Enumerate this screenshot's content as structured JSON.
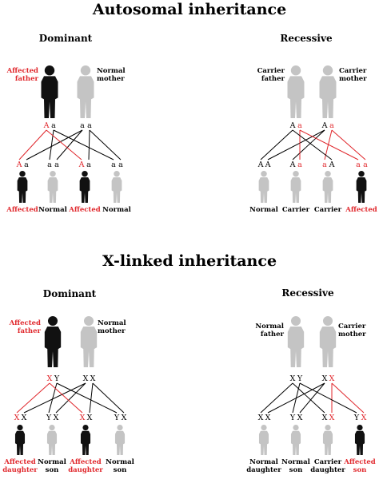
{
  "colors": {
    "affected": "#111111",
    "unaffected": "#c4c4c4",
    "highlight": "#e0262b",
    "line": "#000000"
  },
  "autosomal": {
    "title": "Autosomal inheritance",
    "dominant": {
      "heading": "Dominant",
      "father": {
        "label": [
          "Affected",
          "father"
        ],
        "affected": true,
        "red": true
      },
      "mother": {
        "label": [
          "Normal",
          "mother"
        ],
        "affected": false,
        "red": false
      },
      "father_alleles": [
        {
          "t": "A",
          "red": true
        },
        {
          "t": "a",
          "red": false
        }
      ],
      "mother_alleles": [
        {
          "t": "a",
          "red": false
        },
        {
          "t": "a",
          "red": false
        }
      ],
      "children": [
        {
          "genotype": [
            {
              "t": "A",
              "red": true
            },
            {
              "t": "a",
              "red": false
            }
          ],
          "label": [
            "Affected"
          ],
          "affected": true,
          "red": true
        },
        {
          "genotype": [
            {
              "t": "a",
              "red": false
            },
            {
              "t": "a",
              "red": false
            }
          ],
          "label": [
            "Normal"
          ],
          "affected": false,
          "red": false
        },
        {
          "genotype": [
            {
              "t": "A",
              "red": true
            },
            {
              "t": "a",
              "red": false
            }
          ],
          "label": [
            "Affected"
          ],
          "affected": true,
          "red": true
        },
        {
          "genotype": [
            {
              "t": "a",
              "red": false
            },
            {
              "t": "a",
              "red": false
            }
          ],
          "label": [
            "Normal"
          ],
          "affected": false,
          "red": false
        }
      ]
    },
    "recessive": {
      "heading": "Recessive",
      "father": {
        "label": [
          "Carrier",
          "father"
        ],
        "affected": false,
        "red": false
      },
      "mother": {
        "label": [
          "Carrier",
          "mother"
        ],
        "affected": false,
        "red": false
      },
      "father_alleles": [
        {
          "t": "A",
          "red": false
        },
        {
          "t": "a",
          "red": true
        }
      ],
      "mother_alleles": [
        {
          "t": "A",
          "red": false
        },
        {
          "t": "a",
          "red": true
        }
      ],
      "children": [
        {
          "genotype": [
            {
              "t": "A",
              "red": false
            },
            {
              "t": "A",
              "red": false
            }
          ],
          "label": [
            "Normal"
          ],
          "affected": false,
          "red": false
        },
        {
          "genotype": [
            {
              "t": "A",
              "red": false
            },
            {
              "t": "a",
              "red": true
            }
          ],
          "label": [
            "Carrier"
          ],
          "affected": false,
          "red": false
        },
        {
          "genotype": [
            {
              "t": "a",
              "red": true
            },
            {
              "t": "A",
              "red": false
            }
          ],
          "label": [
            "Carrier"
          ],
          "affected": false,
          "red": false
        },
        {
          "genotype": [
            {
              "t": "a",
              "red": true
            },
            {
              "t": "a",
              "red": true
            }
          ],
          "label": [
            "Affected"
          ],
          "affected": true,
          "red": true
        }
      ]
    }
  },
  "xlinked": {
    "title": "X-linked inheritance",
    "dominant": {
      "heading": "Dominant",
      "father": {
        "label": [
          "Affected",
          "father"
        ],
        "affected": true,
        "red": true
      },
      "mother": {
        "label": [
          "Normal",
          "mother"
        ],
        "affected": false,
        "red": false
      },
      "father_alleles": [
        {
          "t": "X",
          "red": true
        },
        {
          "t": "Y",
          "red": false
        }
      ],
      "mother_alleles": [
        {
          "t": "X",
          "red": false
        },
        {
          "t": "X",
          "red": false
        }
      ],
      "children": [
        {
          "genotype": [
            {
              "t": "X",
              "red": true
            },
            {
              "t": "X",
              "red": false
            }
          ],
          "label": [
            "Affected",
            "daughter"
          ],
          "affected": true,
          "red": true
        },
        {
          "genotype": [
            {
              "t": "Y",
              "red": false
            },
            {
              "t": "X",
              "red": false
            }
          ],
          "label": [
            "Normal",
            "son"
          ],
          "affected": false,
          "red": false
        },
        {
          "genotype": [
            {
              "t": "X",
              "red": true
            },
            {
              "t": "X",
              "red": false
            }
          ],
          "label": [
            "Affected",
            "daughter"
          ],
          "affected": true,
          "red": true
        },
        {
          "genotype": [
            {
              "t": "Y",
              "red": false
            },
            {
              "t": "X",
              "red": false
            }
          ],
          "label": [
            "Normal",
            "son"
          ],
          "affected": false,
          "red": false
        }
      ]
    },
    "recessive": {
      "heading": "Recessive",
      "father": {
        "label": [
          "Normal",
          "father"
        ],
        "affected": false,
        "red": false
      },
      "mother": {
        "label": [
          "Carrier",
          "mother"
        ],
        "affected": false,
        "red": false
      },
      "father_alleles": [
        {
          "t": "X",
          "red": false
        },
        {
          "t": "Y",
          "red": false
        }
      ],
      "mother_alleles": [
        {
          "t": "X",
          "red": false
        },
        {
          "t": "X",
          "red": true
        }
      ],
      "children": [
        {
          "genotype": [
            {
              "t": "X",
              "red": false
            },
            {
              "t": "X",
              "red": false
            }
          ],
          "label": [
            "Normal",
            "daughter"
          ],
          "affected": false,
          "red": false
        },
        {
          "genotype": [
            {
              "t": "Y",
              "red": false
            },
            {
              "t": "X",
              "red": false
            }
          ],
          "label": [
            "Normal",
            "son"
          ],
          "affected": false,
          "red": false
        },
        {
          "genotype": [
            {
              "t": "X",
              "red": false
            },
            {
              "t": "X",
              "red": true
            }
          ],
          "label": [
            "Carrier",
            "daughter"
          ],
          "affected": false,
          "red": false
        },
        {
          "genotype": [
            {
              "t": "Y",
              "red": false
            },
            {
              "t": "X",
              "red": true
            }
          ],
          "label": [
            "Affected",
            "son"
          ],
          "affected": true,
          "red": true
        }
      ]
    }
  }
}
